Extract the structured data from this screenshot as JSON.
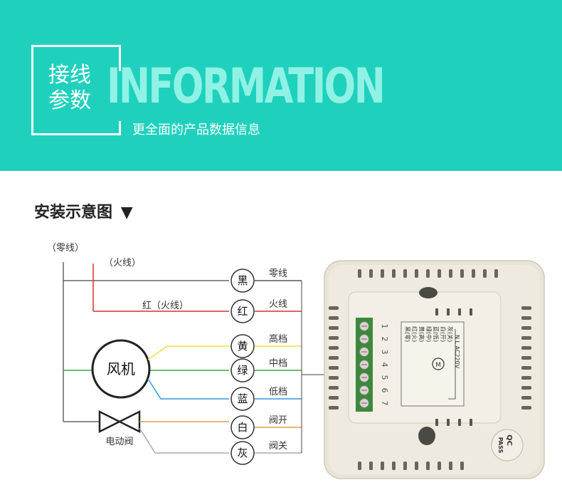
{
  "header": {
    "title_cn_line1": "接线",
    "title_cn_line2": "参数",
    "title_en": "INFORMATION",
    "subtitle": "更全面的产品数据信息"
  },
  "section": {
    "title": "安装示意图",
    "marker": "▼"
  },
  "diagram": {
    "neutral_wire_label": "（零线）",
    "live_wire_label": "（火线）",
    "red_wire_label": "红（火线）",
    "fan_label": "风机",
    "valve_label": "电动阀",
    "terminals": [
      {
        "code": "黑",
        "label": "零线",
        "color": "#555555"
      },
      {
        "code": "红",
        "label": "火线",
        "color": "#d9302c"
      },
      {
        "code": "黄",
        "label": "高档",
        "color": "#f0e040"
      },
      {
        "code": "绿",
        "label": "中档",
        "color": "#33aa44"
      },
      {
        "code": "蓝",
        "label": "低档",
        "color": "#2f9be0"
      },
      {
        "code": "白",
        "label": "阀开",
        "color": "#e0a040"
      },
      {
        "code": "灰",
        "label": "阀关",
        "color": "#aaaaaa"
      }
    ],
    "device": {
      "rows": [
        "黑(零)",
        "红(火)",
        "黄(高)",
        "绿(中)",
        "蓝(低)",
        "白(开)",
        "灰(关)"
      ],
      "numbers": [
        "1",
        "2",
        "3",
        "4",
        "5",
        "6",
        "7"
      ],
      "top_right_text": "N L AC220V",
      "motor_symbol": "M",
      "stamp_line1": "QC",
      "stamp_line2": "PASS"
    }
  }
}
